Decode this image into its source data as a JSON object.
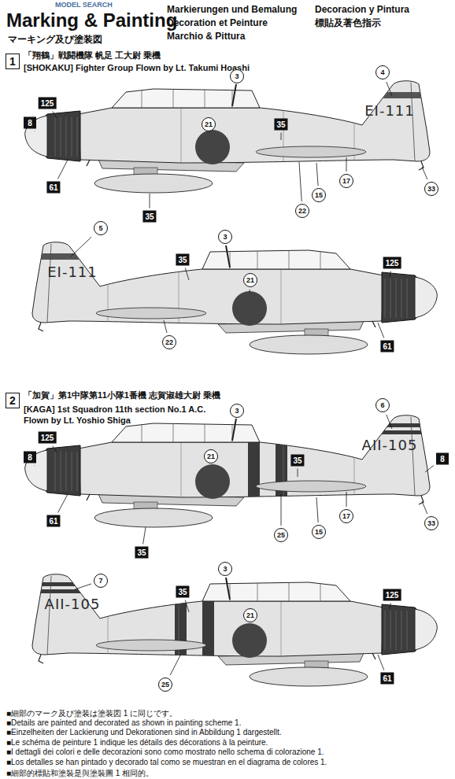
{
  "diagram": {
    "title": "Marking & Painting",
    "labels": [
      "MODEL SEARCH",
      "マーキング及び塗装図",
      "Markierungen und Bemalung",
      "Decoracion y Pintura",
      "Decoration et Peinture",
      "標貼及著色指示",
      "Marchio & Pittura",
      "1",
      "「翔鶴」戦闘機隊 帆足 工大尉 乗機",
      "[SHOKAKU] Fighter Group Flown by Lt. Takumi Hoashi",
      "3",
      "4",
      "125",
      "21",
      "35",
      "8",
      "61",
      "35",
      "EI-111",
      "22",
      "15",
      "17",
      "33",
      "EI-111",
      "5",
      "3",
      "35",
      "21",
      "125",
      "22",
      "61",
      "2",
      "「加賀」第1中隊第11小隊1番機 志賀淑雄大尉 乗機",
      "[KAGA] 1st Squadron 11th section No.1 A.C. Flown by Lt. Yoshio Shiga",
      "3",
      "6",
      "125",
      "AII-105",
      "21",
      "35",
      "8",
      "8",
      "61",
      "35",
      "25",
      "15",
      "17",
      "33",
      "AII-105",
      "7",
      "3",
      "35",
      "21",
      "125",
      "25",
      "61",
      "■細部のマーク及び塗装は塗装図 1 に同じです。",
      "■Details are painted and decorated as shown in painting scheme 1.",
      "■Einzelheiten der Lackierung und Dekorationen sind in Abbildung 1 dargestellt.",
      "■Le schéma de peinture 1 indique les détails des décorations à la peinture.",
      "■I dettagli dei colori e delle decorazioni sono como mostrato nello schema di colorazione 1.",
      "■Los detalles se han pintado y decorado tal como se muestran en el diagrama de colores 1.",
      "■細部的標貼和塗裝是與塗裝圖 1 相同的。"
    ]
  }
}
